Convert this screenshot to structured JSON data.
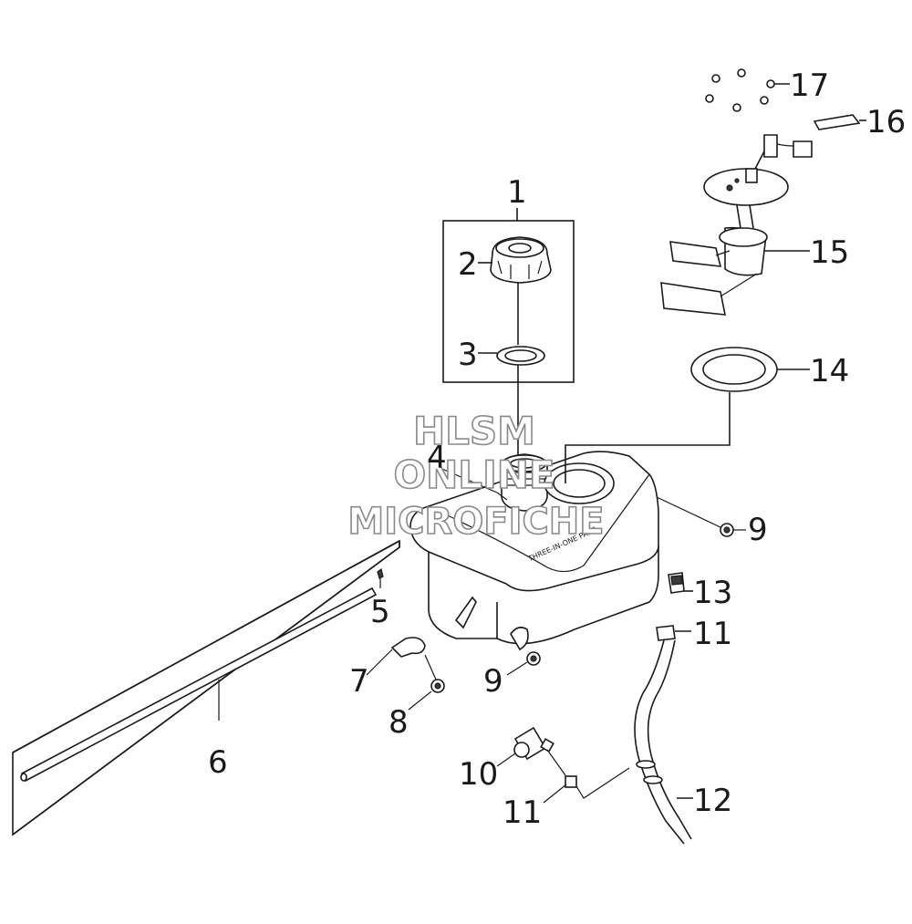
{
  "watermark": {
    "line1": "HLSM",
    "line2": "ONLINE",
    "line3": "MICROFICHE"
  },
  "tank_label": "THREE-IN-ONE PART",
  "callouts": [
    {
      "id": "c1",
      "label": "1"
    },
    {
      "id": "c2",
      "label": "2"
    },
    {
      "id": "c3",
      "label": "3"
    },
    {
      "id": "c4",
      "label": "4"
    },
    {
      "id": "c5",
      "label": "5"
    },
    {
      "id": "c6",
      "label": "6"
    },
    {
      "id": "c7",
      "label": "7"
    },
    {
      "id": "c8",
      "label": "8"
    },
    {
      "id": "c9a",
      "label": "9"
    },
    {
      "id": "c9b",
      "label": "9"
    },
    {
      "id": "c10",
      "label": "10"
    },
    {
      "id": "c11a",
      "label": "11"
    },
    {
      "id": "c11b",
      "label": "11"
    },
    {
      "id": "c12",
      "label": "12"
    },
    {
      "id": "c13",
      "label": "13"
    },
    {
      "id": "c14",
      "label": "14"
    },
    {
      "id": "c15",
      "label": "15"
    },
    {
      "id": "c16",
      "label": "16"
    },
    {
      "id": "c17",
      "label": "17"
    }
  ]
}
